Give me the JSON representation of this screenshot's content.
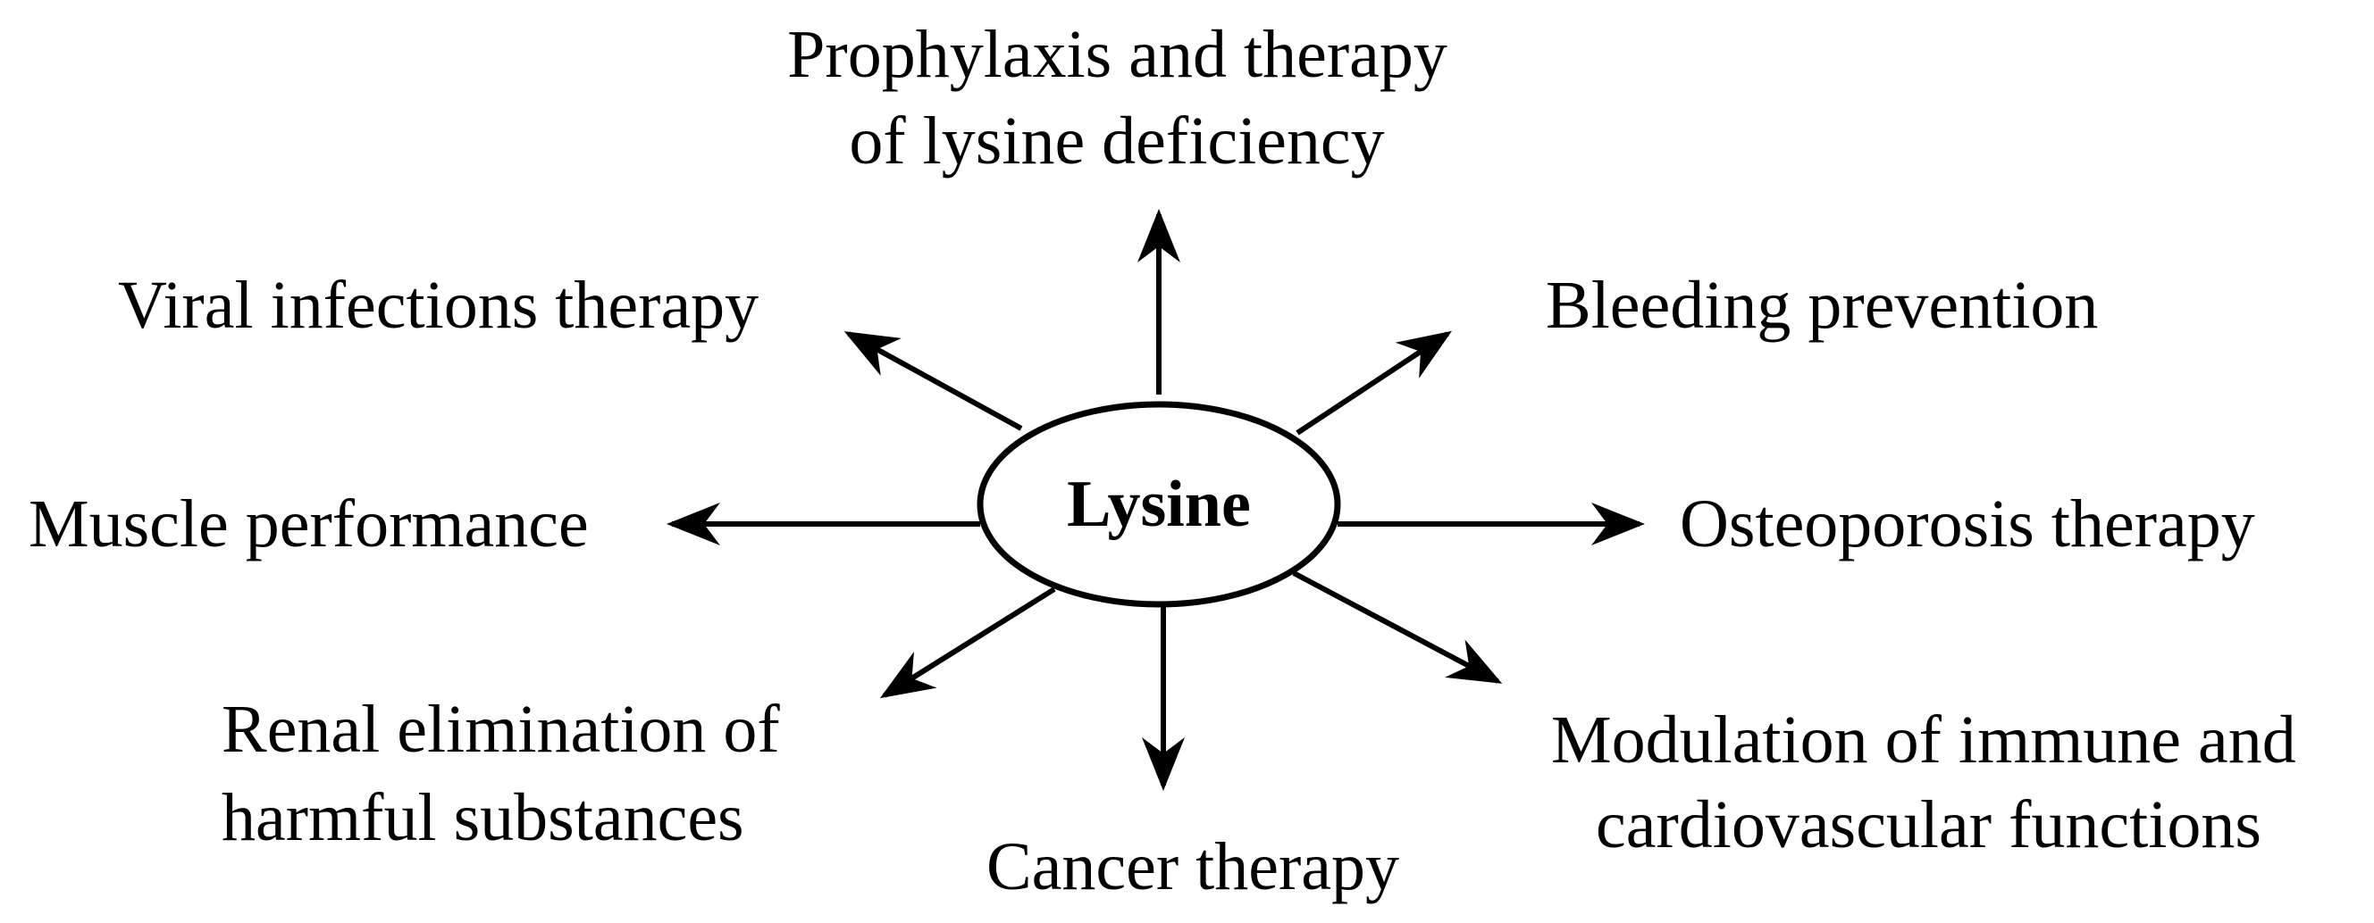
{
  "center": {
    "label": "Lysine"
  },
  "effects": [
    {
      "id": "top",
      "lines": [
        "Prophylaxis and therapy",
        "of lysine deficiency"
      ]
    },
    {
      "id": "top-right",
      "lines": [
        "Bleeding prevention"
      ]
    },
    {
      "id": "right",
      "lines": [
        "Osteoporosis therapy"
      ]
    },
    {
      "id": "bottom-right",
      "lines": [
        "Modulation of immune and",
        "cardiovascular functions"
      ]
    },
    {
      "id": "bottom",
      "lines": [
        "Cancer therapy"
      ]
    },
    {
      "id": "bottom-left",
      "lines": [
        "Renal elimination of",
        "harmful substances"
      ]
    },
    {
      "id": "left",
      "lines": [
        "Muscle performance"
      ]
    },
    {
      "id": "top-left",
      "lines": [
        "Viral infections therapy"
      ]
    }
  ]
}
